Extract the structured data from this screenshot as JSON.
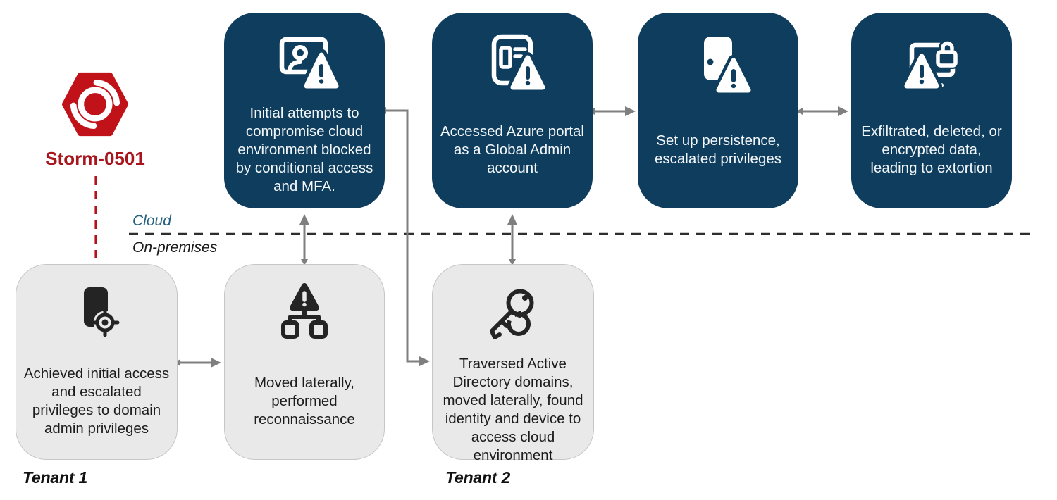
{
  "actor": {
    "name": "Storm-0501"
  },
  "sections": {
    "cloud_label": "Cloud",
    "on_premises_label": "On-premises"
  },
  "tenants": {
    "tenant1_label": "Tenant 1",
    "tenant2_label": "Tenant 2"
  },
  "cloud_steps": [
    {
      "icon": "monitor-user-warning-icon",
      "text": "Initial attempts to compromise cloud environment blocked by conditional access and MFA."
    },
    {
      "icon": "portal-warning-icon",
      "text": "Accessed Azure portal as a Global Admin account"
    },
    {
      "icon": "id-card-warning-icon",
      "text": "Set up persistence, escalated privileges"
    },
    {
      "icon": "monitor-unlock-warning-icon",
      "text": "Exfiltrated, deleted, or encrypted data, leading to extortion"
    }
  ],
  "onprem_steps": [
    {
      "icon": "device-target-icon",
      "text": "Achieved initial access and escalated privileges to domain admin privileges"
    },
    {
      "icon": "network-tree-warning-icon",
      "text": "Moved laterally, performed reconnaissance"
    },
    {
      "icon": "key-rotate-icon",
      "text": "Traversed Active Directory domains, moved laterally, found identity and device to access cloud environment"
    }
  ],
  "connections": [
    {
      "from": "Achieved initial access",
      "to": "Moved laterally"
    },
    {
      "from": "Moved laterally",
      "to": "Initial attempts blocked"
    },
    {
      "from": "Initial attempts blocked",
      "to": "Traversed Active Directory domains"
    },
    {
      "from": "Traversed Active Directory domains",
      "to": "Accessed Azure portal"
    },
    {
      "from": "Accessed Azure portal",
      "to": "Set up persistence"
    },
    {
      "from": "Set up persistence",
      "to": "Exfiltrated data"
    }
  ],
  "colors": {
    "cloud_box": "#0e3d5e",
    "cloud_text": "#f3f7fa",
    "onprem_box": "#e9e9e9",
    "onprem_border": "#c6c6c6",
    "onprem_text": "#1c1c1c",
    "arrow": "#7f7f7f",
    "divider": "#2e2e2e",
    "actor_red": "#c01218",
    "actor_text_red": "#a8151d",
    "cloud_label_blue": "#26607f"
  }
}
